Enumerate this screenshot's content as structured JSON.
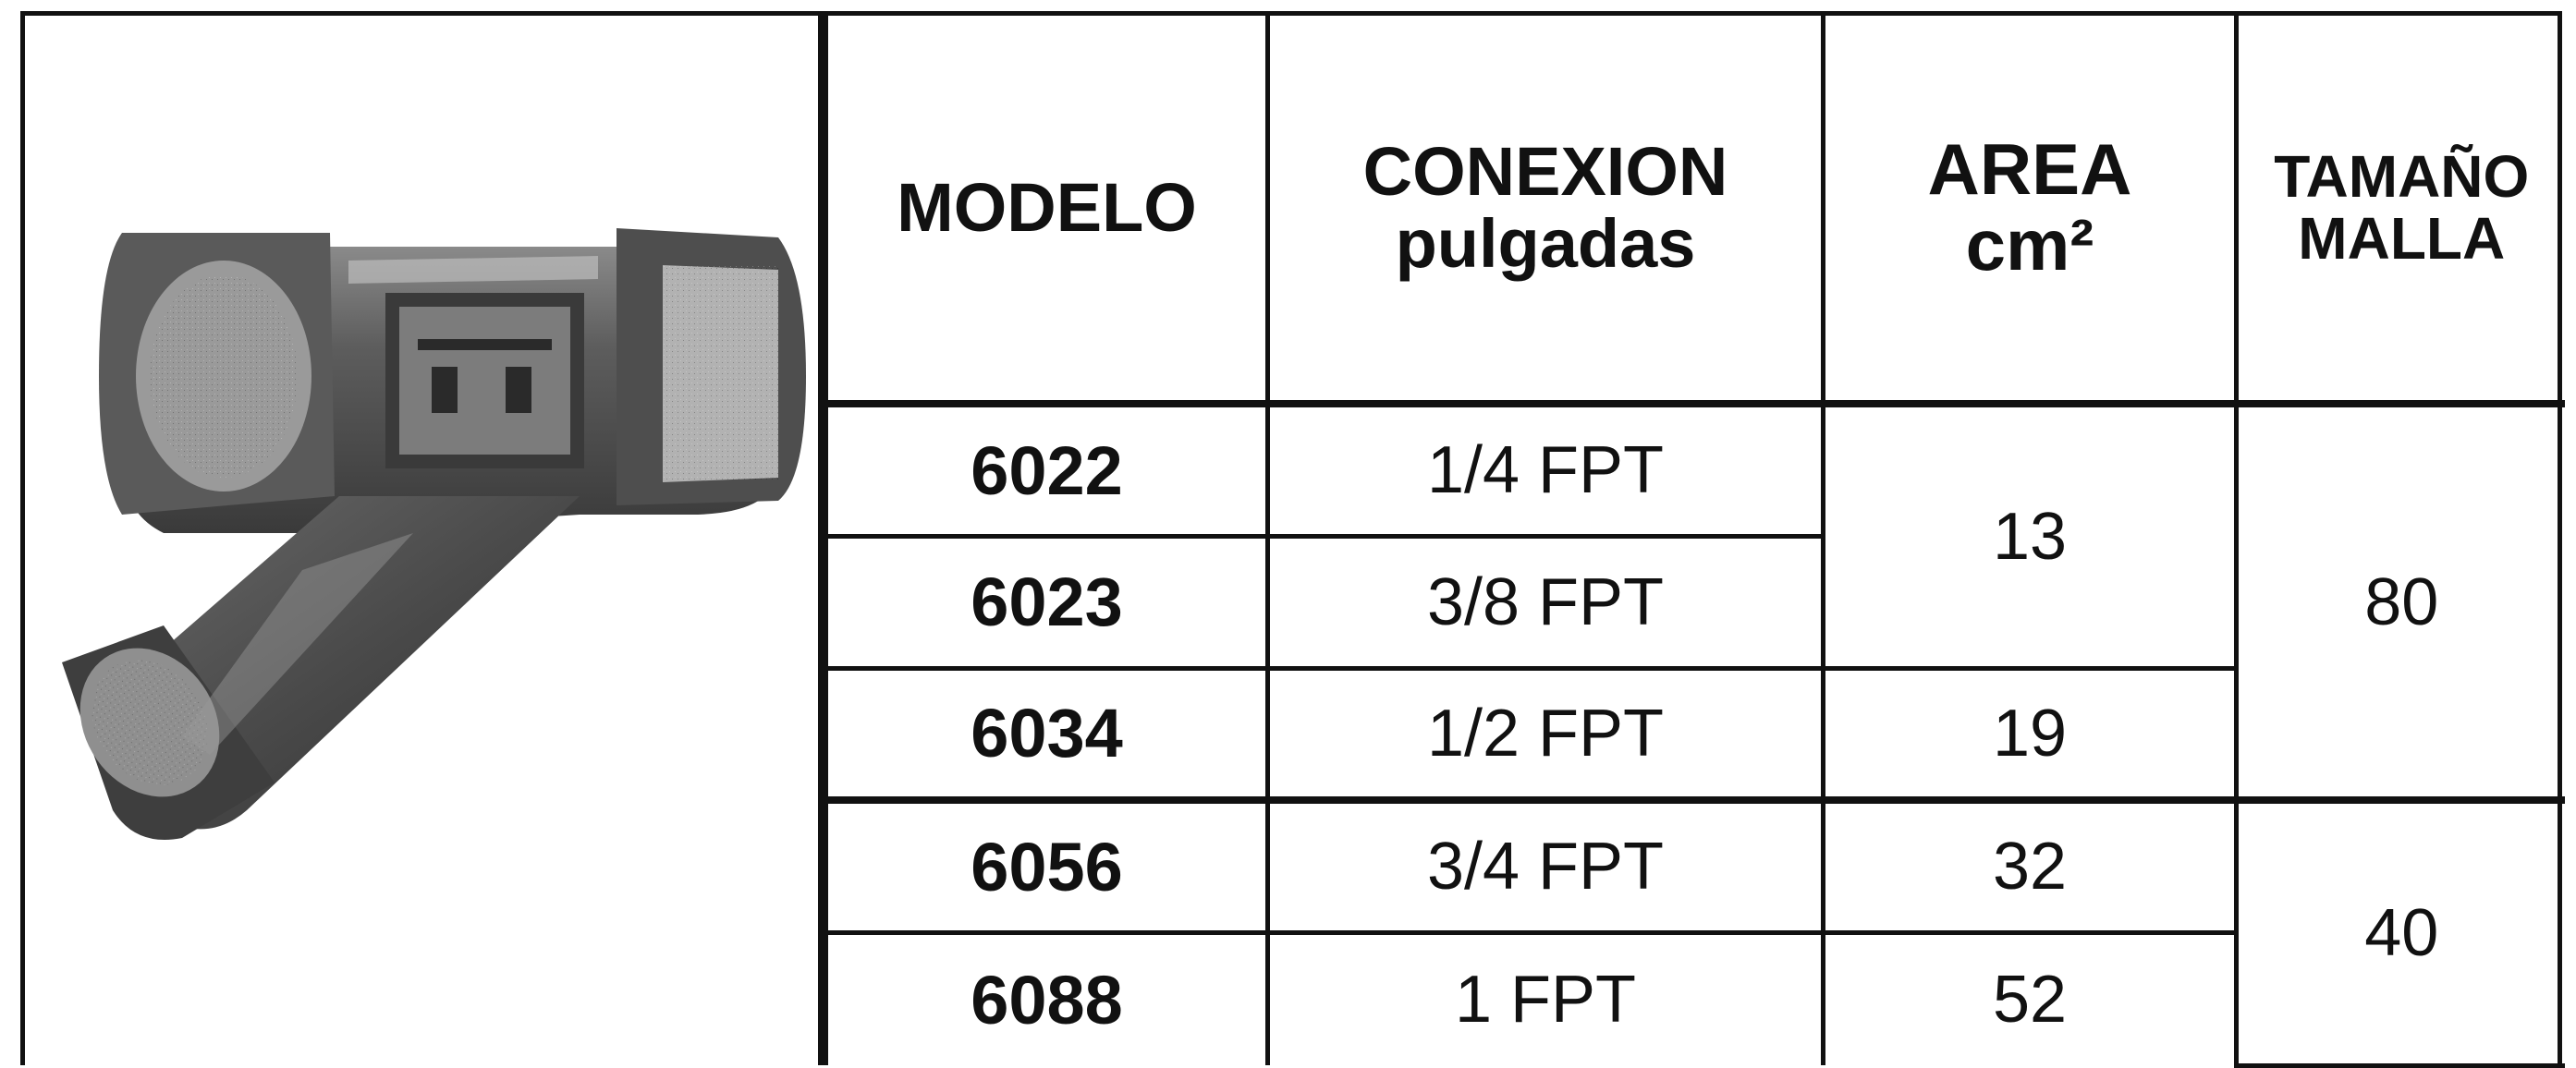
{
  "table": {
    "headers": {
      "modelo": "MODELO",
      "conexion": "CONEXION",
      "conexion_unit": "pulgadas",
      "area": "AREA",
      "area_unit": "cm²",
      "malla_line1": "TAMAÑO",
      "malla_line2": "MALLA"
    },
    "rows": [
      {
        "modelo": "6022",
        "conexion": "1/4 FPT"
      },
      {
        "modelo": "6023",
        "conexion": "3/8 FPT"
      },
      {
        "modelo": "6034",
        "conexion": "1/2 FPT"
      },
      {
        "modelo": "6056",
        "conexion": "3/4 FPT"
      },
      {
        "modelo": "6088",
        "conexion": "1 FPT"
      }
    ],
    "area_groups": [
      "13",
      "19",
      "32",
      "52"
    ],
    "malla_groups": [
      "80",
      "40"
    ]
  },
  "colors": {
    "border": "#111111",
    "body_metal": "#6e6e6e",
    "highlight": "#b5b5b5",
    "shadow": "#333333"
  },
  "icons": {
    "product": "y-strainer-icon"
  }
}
